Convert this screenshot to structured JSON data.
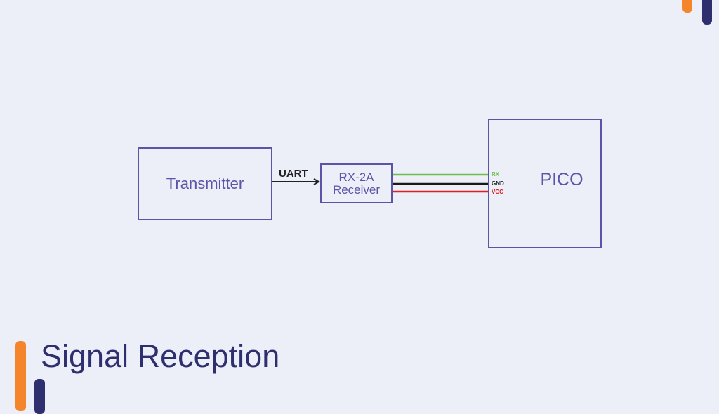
{
  "diagram": {
    "transmitter_label": "Transmitter",
    "connection_label": "UART",
    "receiver_line1": "RX-2A",
    "receiver_line2": "Receiver",
    "pico_label": "PICO",
    "pins": {
      "rx": "RX",
      "gnd": "GND",
      "vcc": "VCC"
    },
    "wire_colors": {
      "rx": "#6cbf4c",
      "gnd": "#1a1a1a",
      "vcc": "#e02020"
    }
  },
  "title": "Signal Reception",
  "colors": {
    "accent_orange": "#f4852b",
    "accent_navy": "#2e2f6e",
    "box_border": "#5b55a8",
    "background": "#eceef8"
  }
}
